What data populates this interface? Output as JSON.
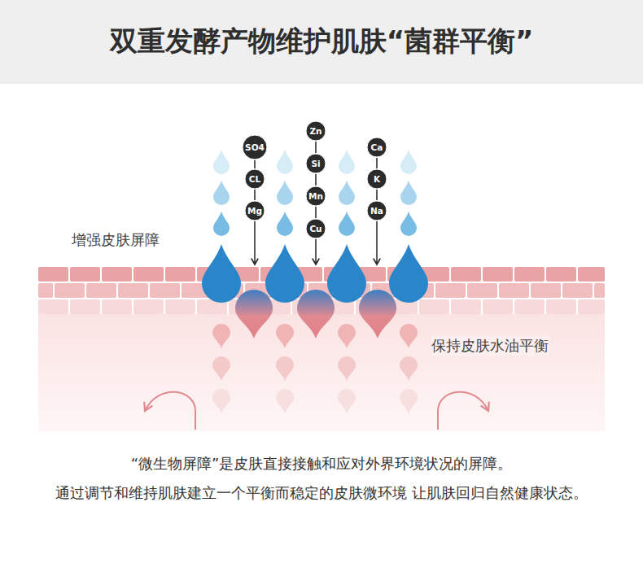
{
  "diagram": {
    "title": "双重发酵产物维护肌肤“菌群平衡”",
    "caption": "“微生物屏障”是皮肤直接接触和应对外界环境状况的屏障。 通过调节和维持肌肤建立一个平衡而稳定的皮肤微环境 让肌肤回归自然健康状态。",
    "nodes": [
      {
        "text": [
          "SO4"
        ]
      },
      {
        "text": [
          "CL"
        ]
      },
      {
        "text": [
          "Mg"
        ]
      },
      {
        "text": [
          "Zn"
        ]
      },
      {
        "text": [
          "Si"
        ]
      },
      {
        "text": [
          "Mn"
        ]
      },
      {
        "text": [
          "Cu"
        ]
      },
      {
        "text": [
          "Ca"
        ]
      },
      {
        "text": [
          "K"
        ]
      },
      {
        "text": [
          "Na"
        ]
      }
    ],
    "edges": [
      {
        "from": 0,
        "to": 1,
        "arrow": "none"
      },
      {
        "from": 1,
        "to": 2,
        "arrow": "none"
      },
      {
        "from": 3,
        "to": 4,
        "arrow": "none"
      },
      {
        "from": 4,
        "to": 5,
        "arrow": "none"
      },
      {
        "from": 5,
        "to": 6,
        "arrow": "none"
      },
      {
        "from": 7,
        "to": 8,
        "arrow": "none"
      },
      {
        "from": 8,
        "to": 9,
        "arrow": "none"
      }
    ],
    "labels": [
      "增强皮肤屏障",
      "保持皮肤水油平衡"
    ]
  }
}
